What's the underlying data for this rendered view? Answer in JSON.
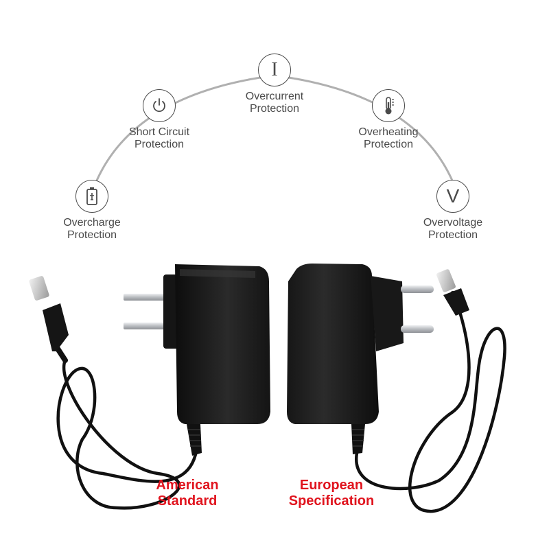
{
  "features": [
    {
      "icon": "battery-charging-icon",
      "line1": "Overcharge",
      "line2": "Protection"
    },
    {
      "icon": "power-icon",
      "line1": "Short Circuit",
      "line2": "Protection"
    },
    {
      "icon": "current-i-icon",
      "line1": "Overcurrent",
      "line2": "Protection",
      "glyph": "I"
    },
    {
      "icon": "thermometer-icon",
      "line1": "Overheating",
      "line2": "Protection"
    },
    {
      "icon": "voltage-v-icon",
      "line1": "Overvoltage",
      "line2": "Protection",
      "glyph": "V"
    }
  ],
  "captions": {
    "american_line1": "American",
    "american_line2": "Standard",
    "european_line1": "European",
    "european_line2": "Specification"
  },
  "colors": {
    "caption_red": "#e0141e",
    "label_gray": "#4a4a4a",
    "adapter_black": "#1c1c1c",
    "prong_silver": "#c9ccd0"
  }
}
